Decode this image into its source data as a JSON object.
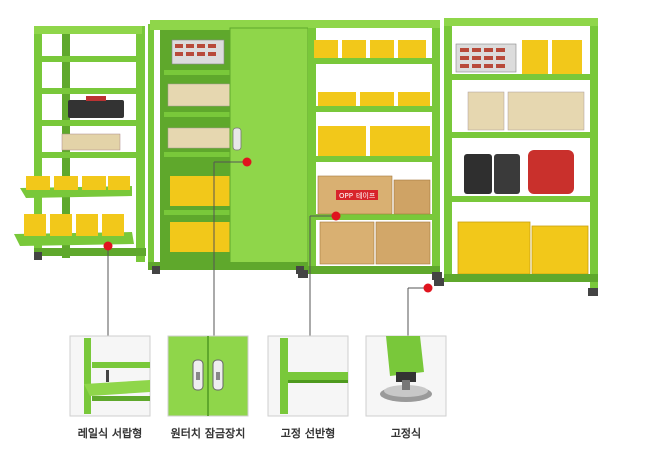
{
  "captions": {
    "rail_drawer": "레일식 서랍형",
    "one_touch_lock": "원터치 잠금장치",
    "fixed_shelf": "고정 선반형",
    "fixed_foot": "고정식"
  },
  "box_labels": {
    "tape_box_brand": "OPP",
    "tape_box_text": "테이프"
  },
  "colors": {
    "frame_green": "#79c83a",
    "frame_dark": "#4e9a1e",
    "bin_yellow": "#f2c81a",
    "callout_red": "#e0141e",
    "cardboard": "#d9b072"
  }
}
